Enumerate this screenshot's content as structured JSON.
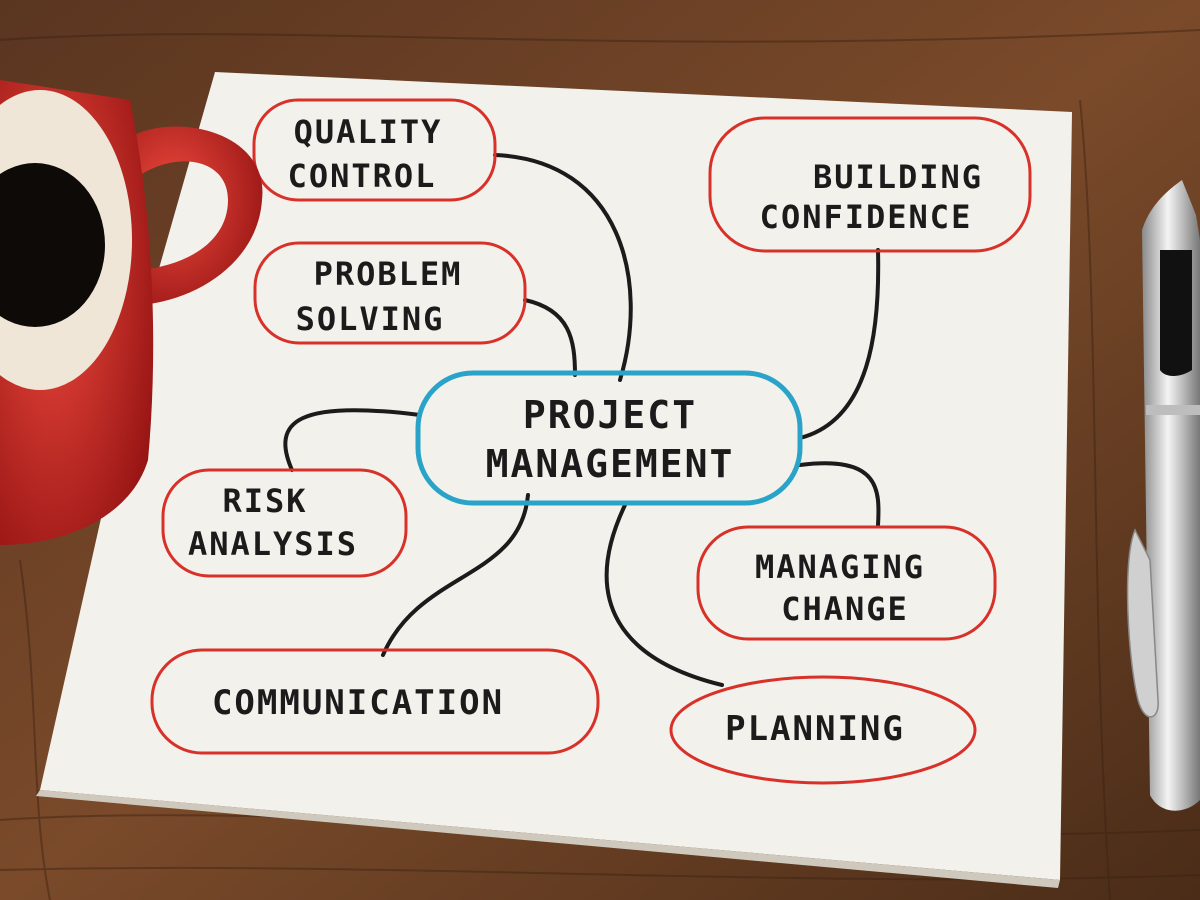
{
  "colors": {
    "table": "#7a4a2a",
    "table_dark": "#4a2c18",
    "napkin": "#f3f1ec",
    "bubble_outline": "#d8312a",
    "center_outline": "#2aa3c8",
    "ink": "#1c1a1a",
    "mug": "#d42222",
    "coffee": "#0e0a08"
  },
  "mind_map": {
    "center": {
      "lines": [
        "PROJECT",
        "MANAGEMENT"
      ]
    },
    "nodes": [
      {
        "id": "quality-control",
        "lines": [
          "QUALITY",
          "CONTROL"
        ]
      },
      {
        "id": "problem-solving",
        "lines": [
          "PROBLEM",
          "SOLVING"
        ]
      },
      {
        "id": "building-confidence",
        "lines": [
          "BUILDING",
          "CONFIDENCE"
        ]
      },
      {
        "id": "risk-analysis",
        "lines": [
          "RISK",
          "ANALYSIS"
        ]
      },
      {
        "id": "managing-change",
        "lines": [
          "MANAGING",
          "CHANGE"
        ]
      },
      {
        "id": "communication",
        "lines": [
          "COMMUNICATION"
        ]
      },
      {
        "id": "planning",
        "lines": [
          "PLANNING"
        ]
      }
    ]
  },
  "icons": [
    "coffee-mug-icon",
    "pen-icon"
  ]
}
